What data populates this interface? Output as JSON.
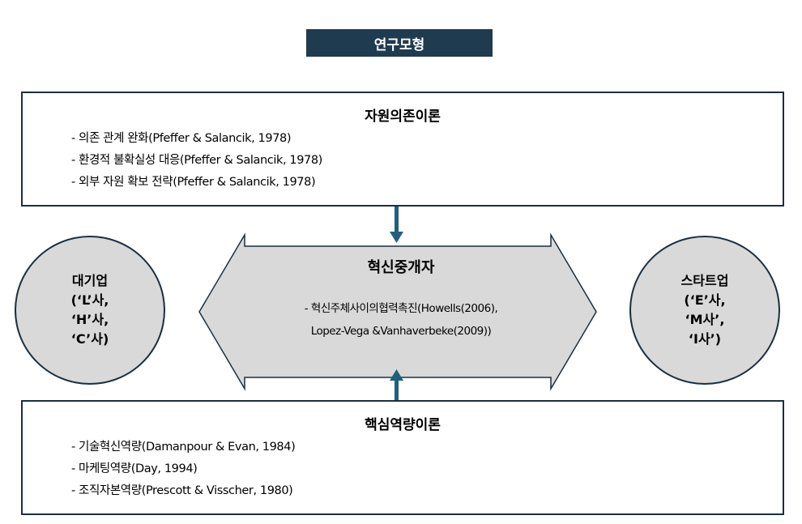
{
  "title": "연구모형",
  "top_box": {
    "title": "자원의존이론",
    "items": [
      "- 의존 관계 완화(Pfeffer & Salancik, 1978)",
      "- 환경적 불확실성 대응(Pfeffer & Salancik, 1978)",
      "- 외부 자원 확보 전략(Pfeffer & Salancik, 1978)"
    ]
  },
  "center": {
    "title": "혁신중개자",
    "line1": "- 혁신주체사이의협력촉진(Howells(2006),",
    "line2": "Lopez-Vega &Vanhaverbeke(2009))"
  },
  "left_circle": {
    "line1": "대기업",
    "line2": "(‘L’사,",
    "line3": "‘H’사,",
    "line4": "‘C’사)"
  },
  "right_circle": {
    "line1": "스타트업",
    "line2": "(‘E’사,",
    "line3": "‘M사’,",
    "line4": "‘I사’)"
  },
  "bottom_box": {
    "title": "핵심역량이론",
    "items": [
      "- 기술혁신역량(Damanpour & Evan, 1984)",
      "- 마케팅역량(Day, 1994)",
      "- 조직자본역량(Prescott & Visscher, 1980)"
    ]
  },
  "colors": {
    "title_bg": "#1f3b50",
    "arrow_blue": "#1f5f7f",
    "shape_fill": "#d9d9d9",
    "border": "#1b2f40"
  }
}
